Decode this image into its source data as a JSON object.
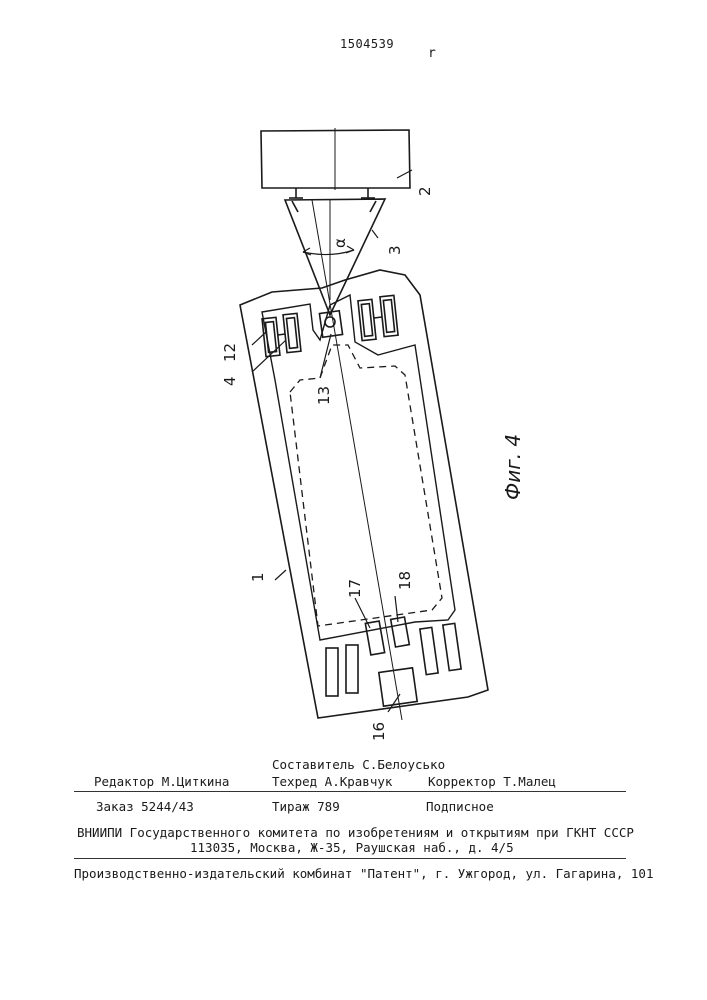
{
  "header": {
    "patent_number": "1504539",
    "mark": "r"
  },
  "figure": {
    "caption": "Фиг. 4",
    "labels": {
      "l1": "1",
      "l2": "2",
      "l3": "3",
      "l4": "4",
      "l12": "12",
      "l13": "13",
      "l16": "16",
      "l17": "17",
      "l18": "18",
      "alpha": "α"
    }
  },
  "footer": {
    "compiler": "Составитель С.Белоусько",
    "editor": "Редактор М.Циткина",
    "techred": "Техред А.Кравчук",
    "corrector": "Корректор Т.Малец",
    "order": "Заказ 5244/43",
    "circulation": "Тираж 789",
    "subscription": "Подписное",
    "institute": "ВНИИПИ Государственного комитета по изобретениям и открытиям при ГКНТ СССР",
    "address": "113035, Москва, Ж-35, Раушская наб., д. 4/5",
    "printer": "Производственно-издательский комбинат \"Патент\", г. Ужгород, ул. Гагарина, 101"
  }
}
